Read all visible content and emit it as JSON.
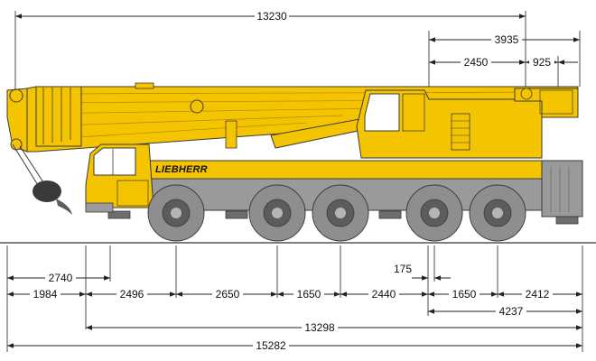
{
  "diagram": {
    "brand": "LIEBHERR",
    "colors": {
      "body_yellow": "#F5C400",
      "body_yellow_dark": "#D9A900",
      "outline": "#3a3a3a",
      "chassis_grey": "#9a9a9a",
      "chassis_dark": "#6d6d6d",
      "tire": "#8e8e8e",
      "tire_dark": "#5c5c5c",
      "line": "#222222"
    },
    "dimensions": {
      "overall_boom_length": "13230",
      "top_right_total": "3935",
      "top_right_a": "2450",
      "top_right_b": "925",
      "front_overhang_2740": "2740",
      "front_offset_175": "175",
      "axle_row": [
        "1984",
        "2496",
        "2650",
        "1650",
        "2440",
        "1650",
        "2412"
      ],
      "rear_span_4237": "4237",
      "wheelbase_13298": "13298",
      "overall_length_15282": "15282"
    }
  }
}
